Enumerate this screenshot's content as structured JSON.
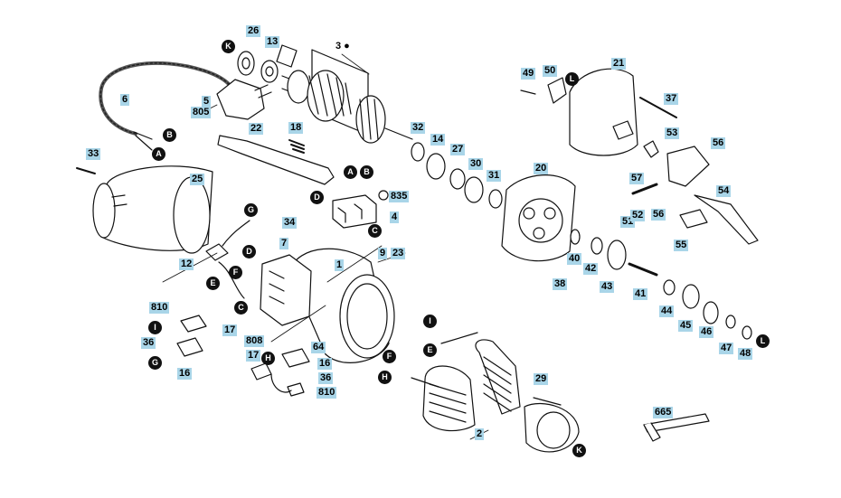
{
  "figure": "exploded parts diagram",
  "part_labels": [
    {
      "id": "t26",
      "text": "26"
    },
    {
      "id": "t13",
      "text": "13"
    },
    {
      "id": "t3",
      "text": "3 ●"
    },
    {
      "id": "t6",
      "text": "6"
    },
    {
      "id": "t5",
      "text": "5"
    },
    {
      "id": "t805",
      "text": "805"
    },
    {
      "id": "t22",
      "text": "22"
    },
    {
      "id": "t18",
      "text": "18"
    },
    {
      "id": "t32",
      "text": "32"
    },
    {
      "id": "t14",
      "text": "14"
    },
    {
      "id": "t27",
      "text": "27"
    },
    {
      "id": "t30",
      "text": "30"
    },
    {
      "id": "t31",
      "text": "31"
    },
    {
      "id": "t20",
      "text": "20"
    },
    {
      "id": "t49",
      "text": "49"
    },
    {
      "id": "t50",
      "text": "50"
    },
    {
      "id": "t21",
      "text": "21"
    },
    {
      "id": "t37",
      "text": "37"
    },
    {
      "id": "t53",
      "text": "53"
    },
    {
      "id": "t56a",
      "text": "56"
    },
    {
      "id": "t57",
      "text": "57"
    },
    {
      "id": "t54",
      "text": "54"
    },
    {
      "id": "t33",
      "text": "33"
    },
    {
      "id": "t25",
      "text": "25"
    },
    {
      "id": "t835",
      "text": "835"
    },
    {
      "id": "t4",
      "text": "4"
    },
    {
      "id": "t34",
      "text": "34"
    },
    {
      "id": "t7",
      "text": "7"
    },
    {
      "id": "t9",
      "text": "9"
    },
    {
      "id": "t23",
      "text": "23"
    },
    {
      "id": "t1",
      "text": "1"
    },
    {
      "id": "t12",
      "text": "12"
    },
    {
      "id": "t51",
      "text": "51"
    },
    {
      "id": "t52",
      "text": "52"
    },
    {
      "id": "t56b",
      "text": "56"
    },
    {
      "id": "t55",
      "text": "55"
    },
    {
      "id": "t40",
      "text": "40"
    },
    {
      "id": "t42",
      "text": "42"
    },
    {
      "id": "t38",
      "text": "38"
    },
    {
      "id": "t43",
      "text": "43"
    },
    {
      "id": "t41",
      "text": "41"
    },
    {
      "id": "t44",
      "text": "44"
    },
    {
      "id": "t45",
      "text": "45"
    },
    {
      "id": "t46",
      "text": "46"
    },
    {
      "id": "t47",
      "text": "47"
    },
    {
      "id": "t48",
      "text": "48"
    },
    {
      "id": "t810a",
      "text": "810"
    },
    {
      "id": "t17a",
      "text": "17"
    },
    {
      "id": "t36a",
      "text": "36"
    },
    {
      "id": "t16a",
      "text": "16"
    },
    {
      "id": "t808",
      "text": "808"
    },
    {
      "id": "t64",
      "text": "64"
    },
    {
      "id": "t17b",
      "text": "17"
    },
    {
      "id": "t16b",
      "text": "16"
    },
    {
      "id": "t36b",
      "text": "36"
    },
    {
      "id": "t810b",
      "text": "810"
    },
    {
      "id": "t29",
      "text": "29"
    },
    {
      "id": "t2",
      "text": "2"
    },
    {
      "id": "t665",
      "text": "665"
    }
  ],
  "connector_markers": [
    {
      "id": "mK1",
      "text": "K"
    },
    {
      "id": "mB1",
      "text": "B"
    },
    {
      "id": "mA1",
      "text": "A"
    },
    {
      "id": "mA2",
      "text": "A"
    },
    {
      "id": "mB2",
      "text": "B"
    },
    {
      "id": "mD1",
      "text": "D"
    },
    {
      "id": "mC1",
      "text": "C"
    },
    {
      "id": "mL1",
      "text": "L"
    },
    {
      "id": "mG1",
      "text": "G"
    },
    {
      "id": "mD2",
      "text": "D"
    },
    {
      "id": "mF1",
      "text": "F"
    },
    {
      "id": "mE1",
      "text": "E"
    },
    {
      "id": "mC2",
      "text": "C"
    },
    {
      "id": "mI1",
      "text": "I"
    },
    {
      "id": "mG2",
      "text": "G"
    },
    {
      "id": "mH1",
      "text": "H"
    },
    {
      "id": "mI2",
      "text": "I"
    },
    {
      "id": "mE2",
      "text": "E"
    },
    {
      "id": "mF2",
      "text": "F"
    },
    {
      "id": "mH2",
      "text": "H"
    },
    {
      "id": "mK2",
      "text": "K"
    },
    {
      "id": "mL2",
      "text": "L"
    }
  ]
}
